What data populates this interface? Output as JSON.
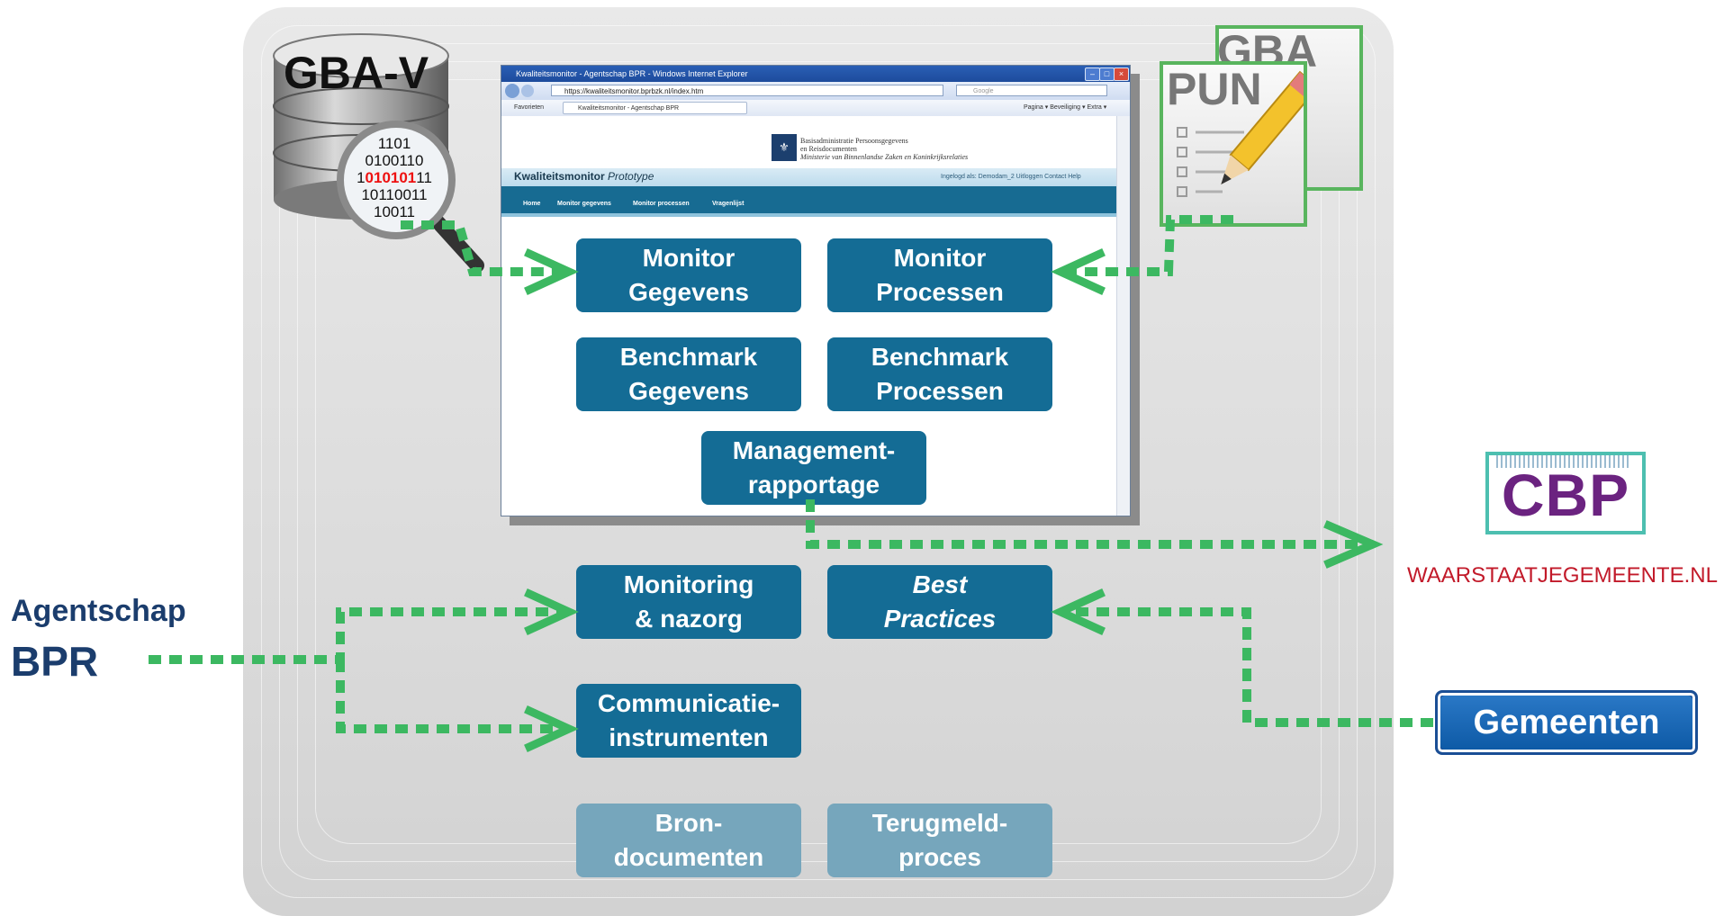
{
  "database": {
    "label": "GBA-V",
    "binary_lines": [
      "1101",
      "0100110",
      "1",
      "010101",
      "11",
      "10110011",
      "10011"
    ]
  },
  "documents": {
    "back": "GBA",
    "front": "PUN"
  },
  "browser": {
    "title": "Kwaliteitsmonitor - Agentschap BPR - Windows Internet Explorer",
    "url": "https://kwaliteitsmonitor.bprbzk.nl/index.htm",
    "search_placeholder": "Google",
    "favorites": "Favorieten",
    "tab": "Kwaliteitsmonitor - Agentschap BPR",
    "toolbar_right": "Pagina ▾  Beveiliging ▾  Extra ▾",
    "ministry_line1": "Basisadministratie Persoonsgegevens",
    "ministry_line2": "en Reisdocumenten",
    "ministry_line3": "Ministerie van Binnenlandse Zaken en Koninkrijksrelaties",
    "app_title": "Kwaliteitsmonitor",
    "app_subtitle": "Prototype",
    "login": "Ingelogd als: Demodam_2   Uitloggen   Contact   Help",
    "nav": [
      "Home",
      "Monitor gegevens",
      "Monitor processen",
      "Vragenlijst"
    ]
  },
  "boxes": {
    "monitor_gegevens": "Monitor\nGegevens",
    "monitor_processen": "Monitor\nProcessen",
    "benchmark_gegevens": "Benchmark\nGegevens",
    "benchmark_processen": "Benchmark\nProcessen",
    "management": "Management-\nrapportage",
    "monitoring": "Monitoring\n& nazorg",
    "best_practices": "Best\nPractices",
    "communicatie": "Communicatie-\ninstrumenten",
    "bron": "Bron-\ndocumenten",
    "terugmeld": "Terugmeld-\nproces"
  },
  "actors": {
    "agentschap": "Agentschap",
    "bpr": "BPR",
    "cbp": "CBP",
    "waarstaat": "WAARSTAATJEGEMEENTE.NL",
    "gemeenten": "Gemeenten"
  },
  "colors": {
    "teal": "#146c95",
    "teal_light": "#76a6bc",
    "arrow": "#3cb861",
    "navy": "#1b3d6d"
  }
}
